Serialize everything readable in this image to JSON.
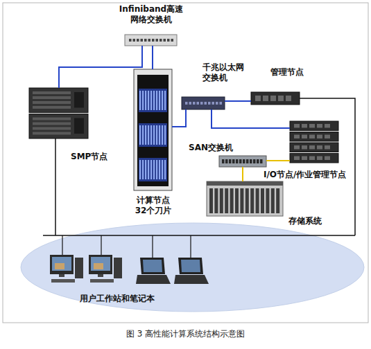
{
  "diagram": {
    "caption": "图 3 高性能计算系统结构示意图",
    "nodes": [
      {
        "text": [
          "Infiniband高速 网络交换机"
        ]
      },
      {
        "text": [
          "千兆以太网 交换机"
        ]
      },
      {
        "text": [
          "管理节点"
        ]
      },
      {
        "text": [
          "SMP节点"
        ]
      },
      {
        "text": [
          "计算节点 32个刀片"
        ]
      },
      {
        "text": [
          "SAN交换机"
        ]
      },
      {
        "text": [
          "I/O节点/作业管理节点"
        ]
      },
      {
        "text": [
          "存储系统"
        ]
      },
      {
        "text": [
          "用户工作站和笔记本"
        ]
      }
    ],
    "edges": [
      {
        "from": 0,
        "to": 3,
        "arrow": "none"
      },
      {
        "from": 0,
        "to": 4,
        "arrow": "none"
      },
      {
        "from": 4,
        "to": 1,
        "arrow": "none"
      },
      {
        "from": 1,
        "to": 2,
        "arrow": "none"
      },
      {
        "from": 1,
        "to": 6,
        "arrow": "none"
      },
      {
        "from": 6,
        "to": 5,
        "arrow": "none"
      },
      {
        "from": 5,
        "to": 7,
        "arrow": "none"
      },
      {
        "from": 2,
        "to": 8,
        "arrow": "none"
      },
      {
        "from": 3,
        "to": 8,
        "arrow": "none"
      }
    ]
  }
}
